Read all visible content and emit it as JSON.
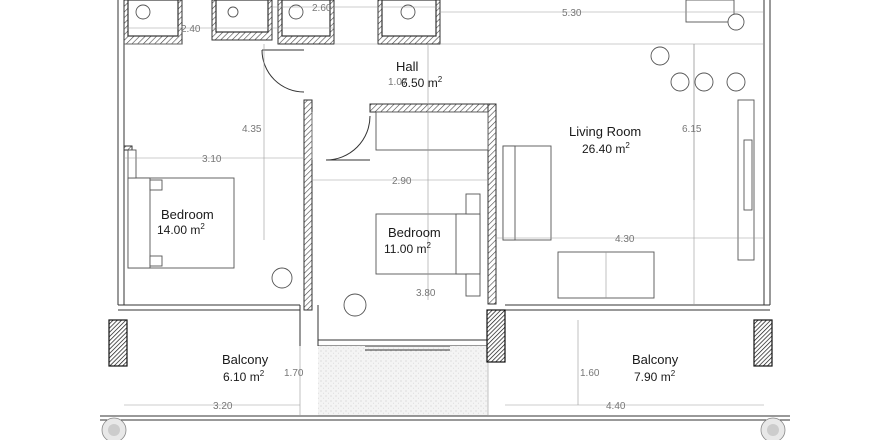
{
  "rooms": [
    {
      "id": "hall",
      "name": "Hall",
      "area_value": "6.50",
      "area_unit": "m",
      "area_exp": "2"
    },
    {
      "id": "living",
      "name": "Living Room",
      "area_value": "26.40",
      "area_unit": "m",
      "area_exp": "2"
    },
    {
      "id": "bedroom1",
      "name": "Bedroom",
      "area_value": "14.00",
      "area_unit": "m",
      "area_exp": "2"
    },
    {
      "id": "bedroom2",
      "name": "Bedroom",
      "area_value": "11.00",
      "area_unit": "m",
      "area_exp": "2"
    },
    {
      "id": "balcony1",
      "name": "Balcony",
      "area_value": "6.10",
      "area_unit": "m",
      "area_exp": "2"
    },
    {
      "id": "balcony2",
      "name": "Balcony",
      "area_value": "7.90",
      "area_unit": "m",
      "area_exp": "2"
    }
  ],
  "dimensions": [
    "2.40",
    "2.60",
    "5.30",
    "1.07",
    "4.35",
    "6.15",
    "3.10",
    "2.90",
    "4.30",
    "3.80",
    "1.70",
    "1.60",
    "3.20",
    "4.40"
  ]
}
